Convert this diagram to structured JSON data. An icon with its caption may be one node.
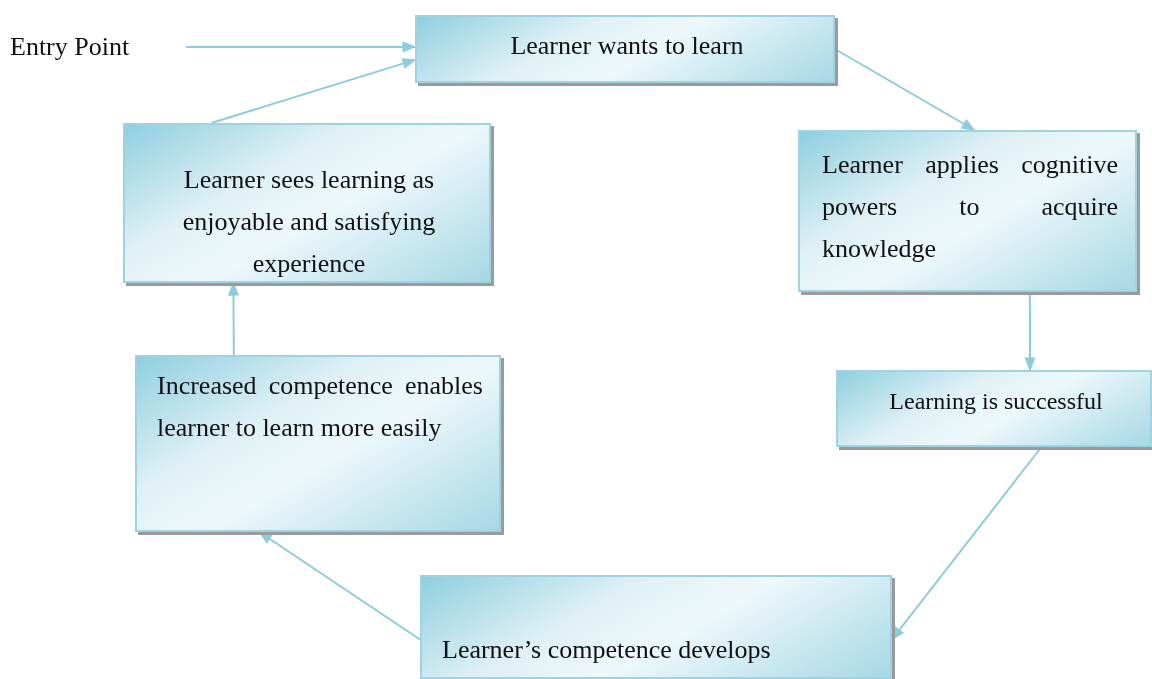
{
  "diagram": {
    "nodes": [
      {
        "text": [
          "Entry Point"
        ]
      },
      {
        "text": [
          "Learner wants to learn"
        ]
      },
      {
        "text": [
          "Learner applies cognitive powers to acquire knowledge"
        ]
      },
      {
        "text": [
          "Learning is successful"
        ]
      },
      {
        "text": [
          "Learner’s competence develops"
        ]
      },
      {
        "text": [
          "Increased competence enables learner to learn more easily"
        ]
      },
      {
        "text": [
          "Learner sees learning as enjoyable and satisfying experience"
        ]
      }
    ],
    "edges": [
      {
        "from": 0,
        "to": 1,
        "arrow": "to"
      },
      {
        "from": 1,
        "to": 2,
        "arrow": "to"
      },
      {
        "from": 2,
        "to": 3,
        "arrow": "to"
      },
      {
        "from": 3,
        "to": 4,
        "arrow": "to"
      },
      {
        "from": 4,
        "to": 5,
        "arrow": "to"
      },
      {
        "from": 5,
        "to": 6,
        "arrow": "to"
      },
      {
        "from": 6,
        "to": 1,
        "arrow": "to"
      }
    ]
  }
}
